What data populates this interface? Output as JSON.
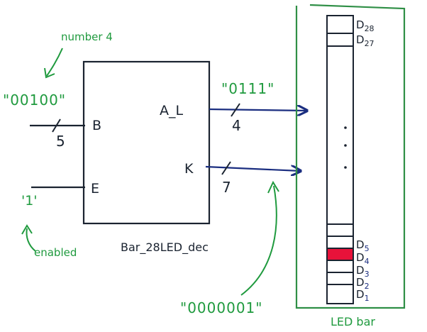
{
  "block": {
    "name": "Bar_28LED_dec"
  },
  "inputs": {
    "b": {
      "port": "B",
      "width": "5",
      "value": "\"00100\"",
      "note": "number 4"
    },
    "e": {
      "port": "E",
      "value": "'1'",
      "note": "enabled"
    }
  },
  "outputs": {
    "al": {
      "port": "A_L",
      "width": "4",
      "value": "\"0111\""
    },
    "k": {
      "port": "K",
      "width": "7",
      "value": "\"0000001\""
    }
  },
  "led_bar": {
    "caption": "LED bar",
    "top_labels": [
      {
        "base": "D",
        "sub": "28"
      },
      {
        "base": "D",
        "sub": "27"
      }
    ],
    "bottom_labels": [
      {
        "base": "D",
        "sub": "5"
      },
      {
        "base": "D",
        "sub": "4"
      },
      {
        "base": "D",
        "sub": "3"
      },
      {
        "base": "D",
        "sub": "2"
      },
      {
        "base": "D",
        "sub": "1"
      }
    ],
    "lit_led": "D4",
    "lit_color": "#e8123a"
  },
  "colors": {
    "ink": "#1a2330",
    "annotation": "#1f9a3e",
    "arrow": "#1b2e80",
    "panel": "#2f8f46"
  }
}
